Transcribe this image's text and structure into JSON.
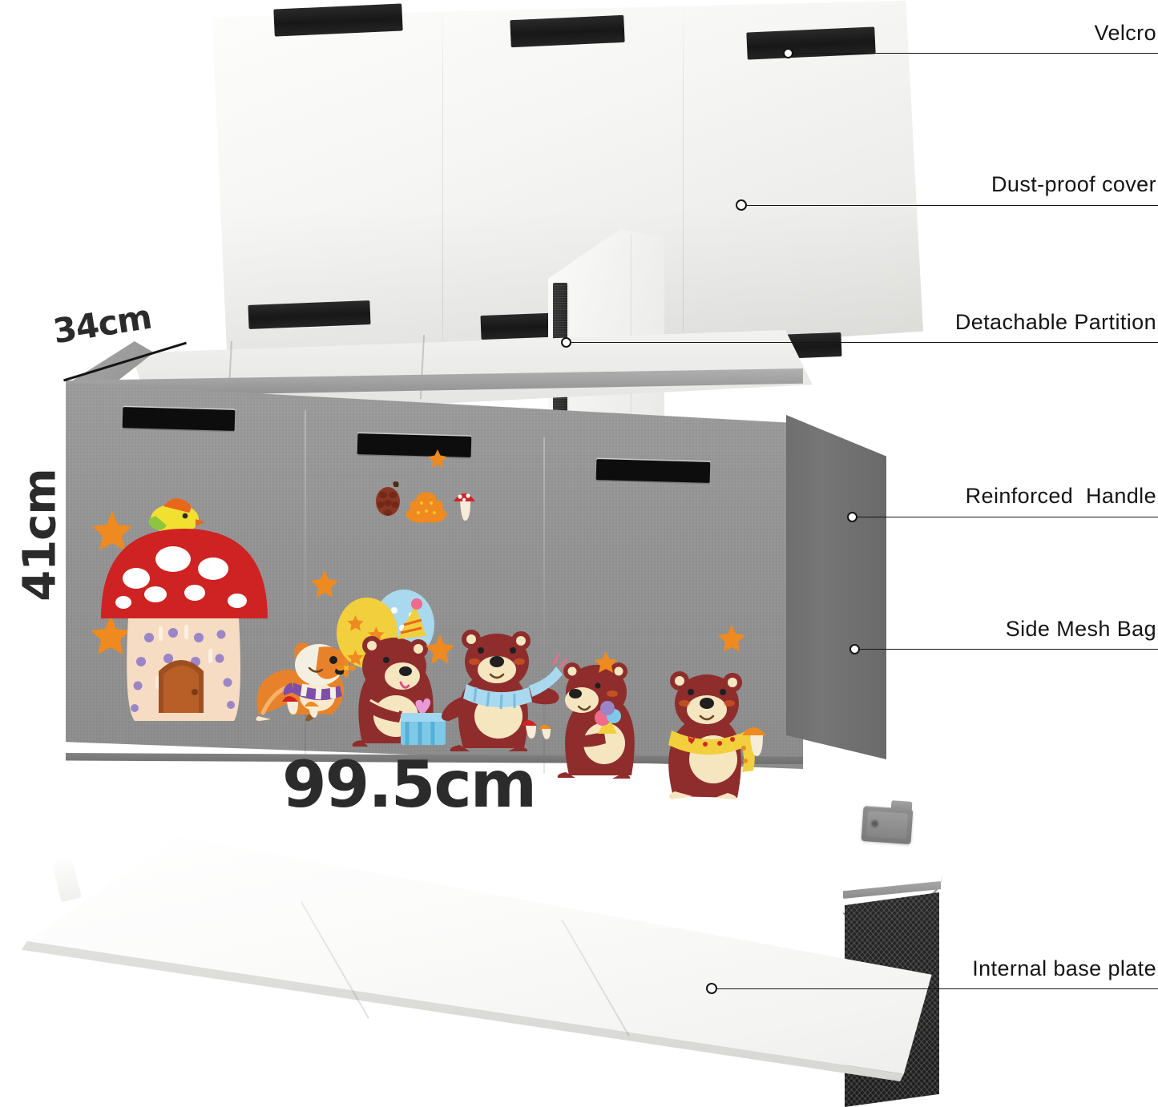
{
  "product": {
    "type": "collapsible-kids-toy-storage-box",
    "body_color": "#949494",
    "lid_color": "#f6f6f4",
    "velcro_color": "#1a1a1a",
    "mesh_color": "#202020"
  },
  "dimensions": {
    "depth": "34cm",
    "height": "41cm",
    "width": "99.5cm"
  },
  "callouts": [
    {
      "id": "velcro",
      "label": "Velcro"
    },
    {
      "id": "dust-cover",
      "label": "Dust-proof cover"
    },
    {
      "id": "partition",
      "label": "Detachable Partition"
    },
    {
      "id": "handle",
      "label": "Reinforced  Handle"
    },
    {
      "id": "mesh-bag",
      "label": "Side Mesh Bag"
    },
    {
      "id": "base-plate",
      "label": "Internal base plate"
    }
  ],
  "artwork": {
    "theme": "woodland-animals",
    "elements": [
      "mushroom-house",
      "bird",
      "fox-with-scarf",
      "bear-with-party-hat",
      "bear-with-blue-scarf",
      "bear-with-ice-cream",
      "bear-with-yellow-scarf",
      "balloons",
      "gift-box",
      "orange-stars",
      "pinecone",
      "autumn-leaf",
      "small-mushrooms"
    ],
    "colors": {
      "mushroom_cap": "#cf2222",
      "mushroom_stem": "#f6dcc2",
      "bear_body": "#8f2d2d",
      "bear_belly": "#f5e6c0",
      "fox_body": "#e8822a",
      "star": "#ee8a20",
      "balloon_yellow": "#f2cf3c",
      "balloon_blue": "#a9d9ef",
      "gift_blue": "#7fc9e8"
    }
  }
}
